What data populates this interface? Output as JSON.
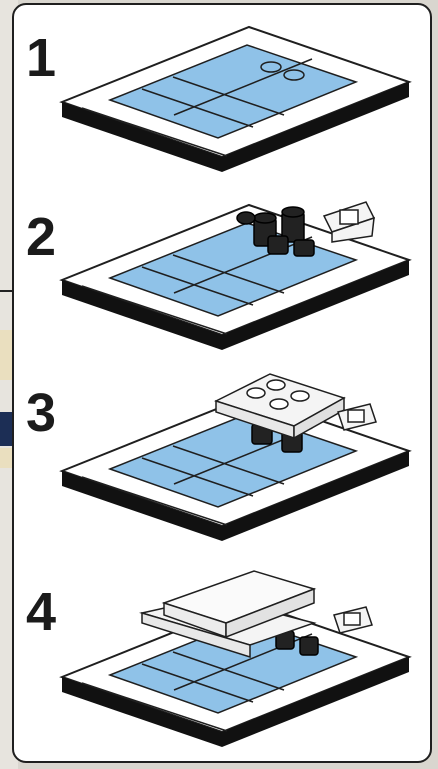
{
  "colors": {
    "tile": "#8fc2e8",
    "plate": "#ffffff",
    "outline": "#1f1f1f",
    "base": "#111111",
    "dark_part": "#222222",
    "light_part": "#f4f4f4"
  },
  "steps": [
    {
      "number": "1",
      "icon": "baseplate-with-two-studs"
    },
    {
      "number": "2",
      "icon": "baseplate-with-black-parts"
    },
    {
      "number": "3",
      "icon": "baseplate-with-white-plate"
    },
    {
      "number": "4",
      "icon": "baseplate-with-top-tile"
    }
  ]
}
